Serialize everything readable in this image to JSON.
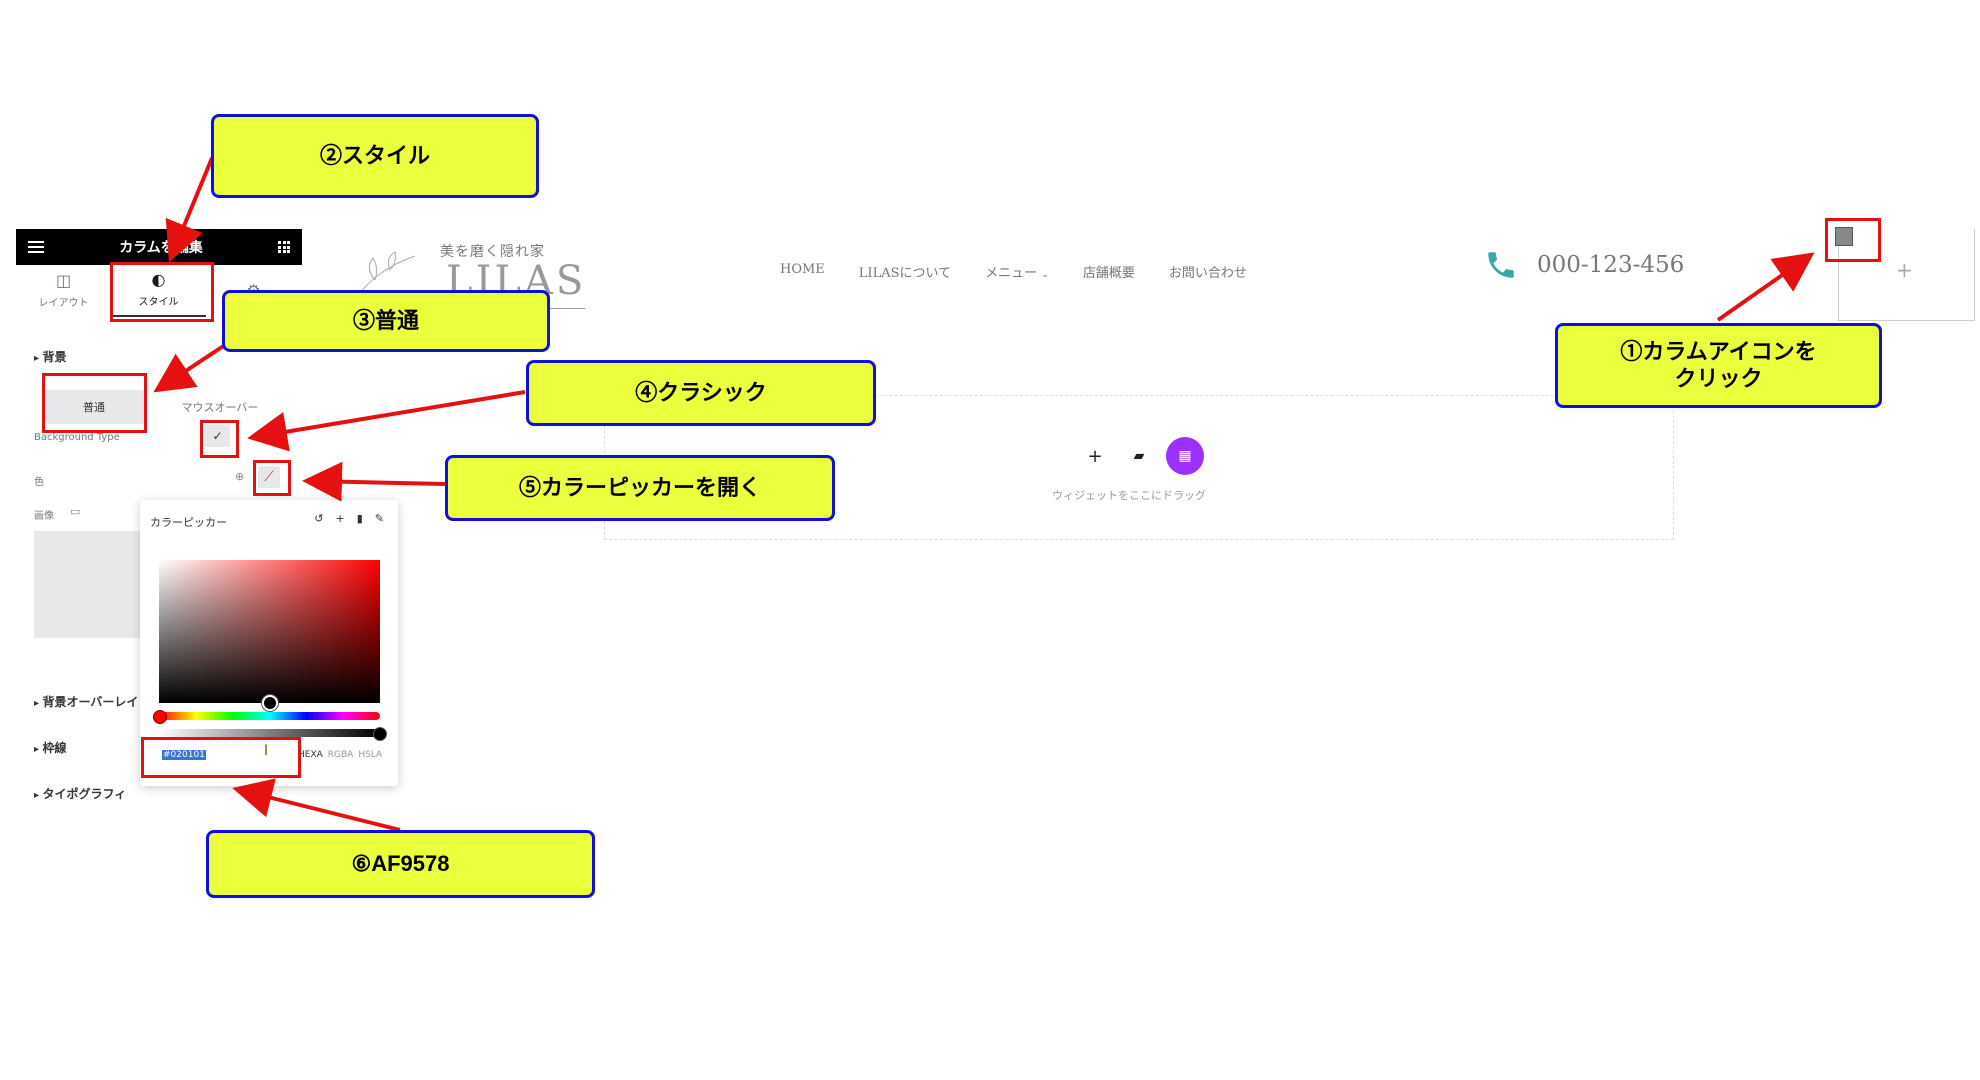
{
  "panel": {
    "title": "カラムを編集",
    "tabs": [
      {
        "label": "レイアウト",
        "icon": "layout-icon"
      },
      {
        "label": "スタイル",
        "icon": "contrast-icon"
      },
      {
        "label": "",
        "icon": "gear-icon"
      }
    ],
    "sections": {
      "background": "背景",
      "background_overlay": "背景オーバーレイ",
      "border": "枠線",
      "typography": "タイポグラフィ"
    },
    "state_tabs": [
      "普通",
      "マウスオーバー"
    ],
    "fields": {
      "background_type": "Background Type",
      "color": "色",
      "image": "画像"
    },
    "picker": {
      "title": "カラーピッカー",
      "hex_value": "#020101",
      "formats": [
        "HEXA",
        "RGBA",
        "HSLA"
      ]
    }
  },
  "site": {
    "logo_sub": "美を磨く隠れ家",
    "logo_main": "LILAS",
    "nav": [
      "HOME",
      "LILASについて",
      "メニュー",
      "店舗概要",
      "お問い合わせ"
    ],
    "phone": "000-123-456",
    "dropzone_text": "ウィジェットをここにドラッグ"
  },
  "callouts": {
    "c1": "①カラムアイコンを\nクリック",
    "c2": "②スタイル",
    "c3": "③普通",
    "c4": "④クラシック",
    "c5": "⑤カラーピッカーを開く",
    "c6": "⑥AF9578"
  },
  "colors": {
    "callout_bg": "#ebff3d",
    "callout_border": "#1010dd",
    "highlight_red": "#e51111",
    "accent_purple": "#9b30ff",
    "phone_teal": "#3aa6a6"
  }
}
